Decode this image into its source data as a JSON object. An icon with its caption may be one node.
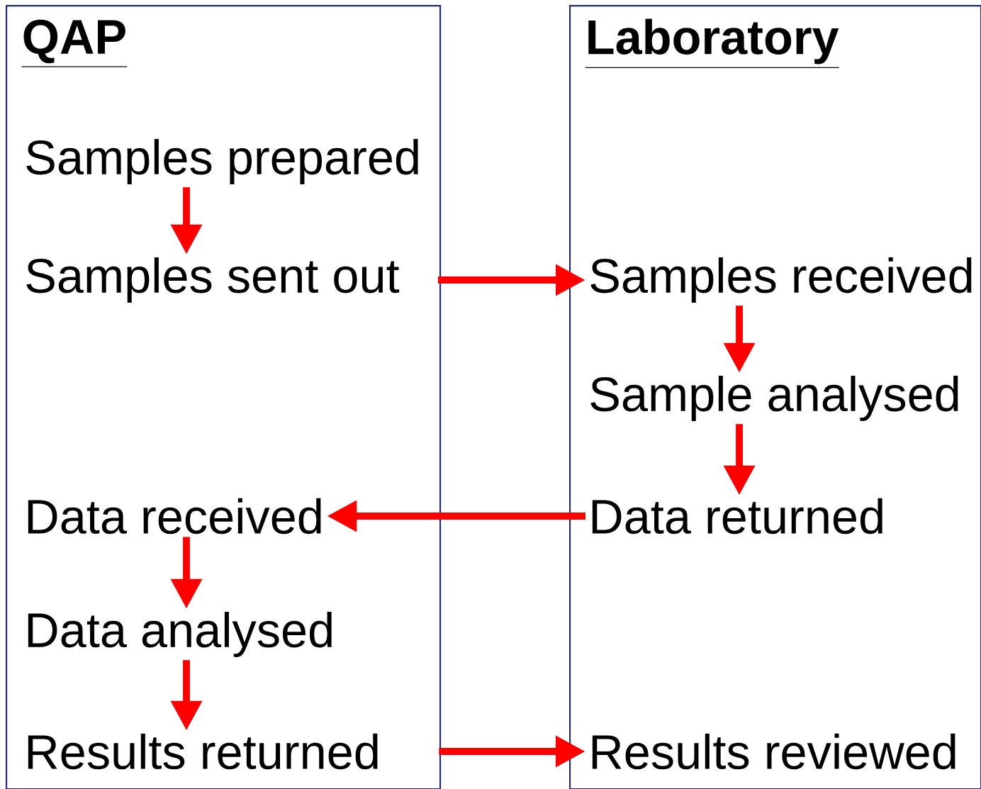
{
  "diagram": {
    "nodes": [
      {
        "text": [
          "QAP"
        ]
      },
      {
        "text": [
          "Samples prepared"
        ],
        "in": 0
      },
      {
        "text": [
          "Samples sent out"
        ],
        "in": 0
      },
      {
        "text": [
          "Data received"
        ],
        "in": 0
      },
      {
        "text": [
          "Data analysed"
        ],
        "in": 0
      },
      {
        "text": [
          "Results returned"
        ],
        "in": 0
      },
      {
        "text": [
          "Laboratory"
        ]
      },
      {
        "text": [
          "Samples received"
        ],
        "in": 6
      },
      {
        "text": [
          "Sample analysed"
        ],
        "in": 6
      },
      {
        "text": [
          "Data returned"
        ],
        "in": 6
      },
      {
        "text": [
          "Results reviewed"
        ],
        "in": 6
      }
    ],
    "edges": [
      {
        "from": 1,
        "to": 2,
        "arrow": "to"
      },
      {
        "from": 2,
        "to": 7,
        "arrow": "to"
      },
      {
        "from": 7,
        "to": 8,
        "arrow": "to"
      },
      {
        "from": 8,
        "to": 9,
        "arrow": "to"
      },
      {
        "from": 9,
        "to": 3,
        "arrow": "to"
      },
      {
        "from": 3,
        "to": 4,
        "arrow": "to"
      },
      {
        "from": 4,
        "to": 5,
        "arrow": "to"
      },
      {
        "from": 5,
        "to": 10,
        "arrow": "to"
      }
    ]
  }
}
